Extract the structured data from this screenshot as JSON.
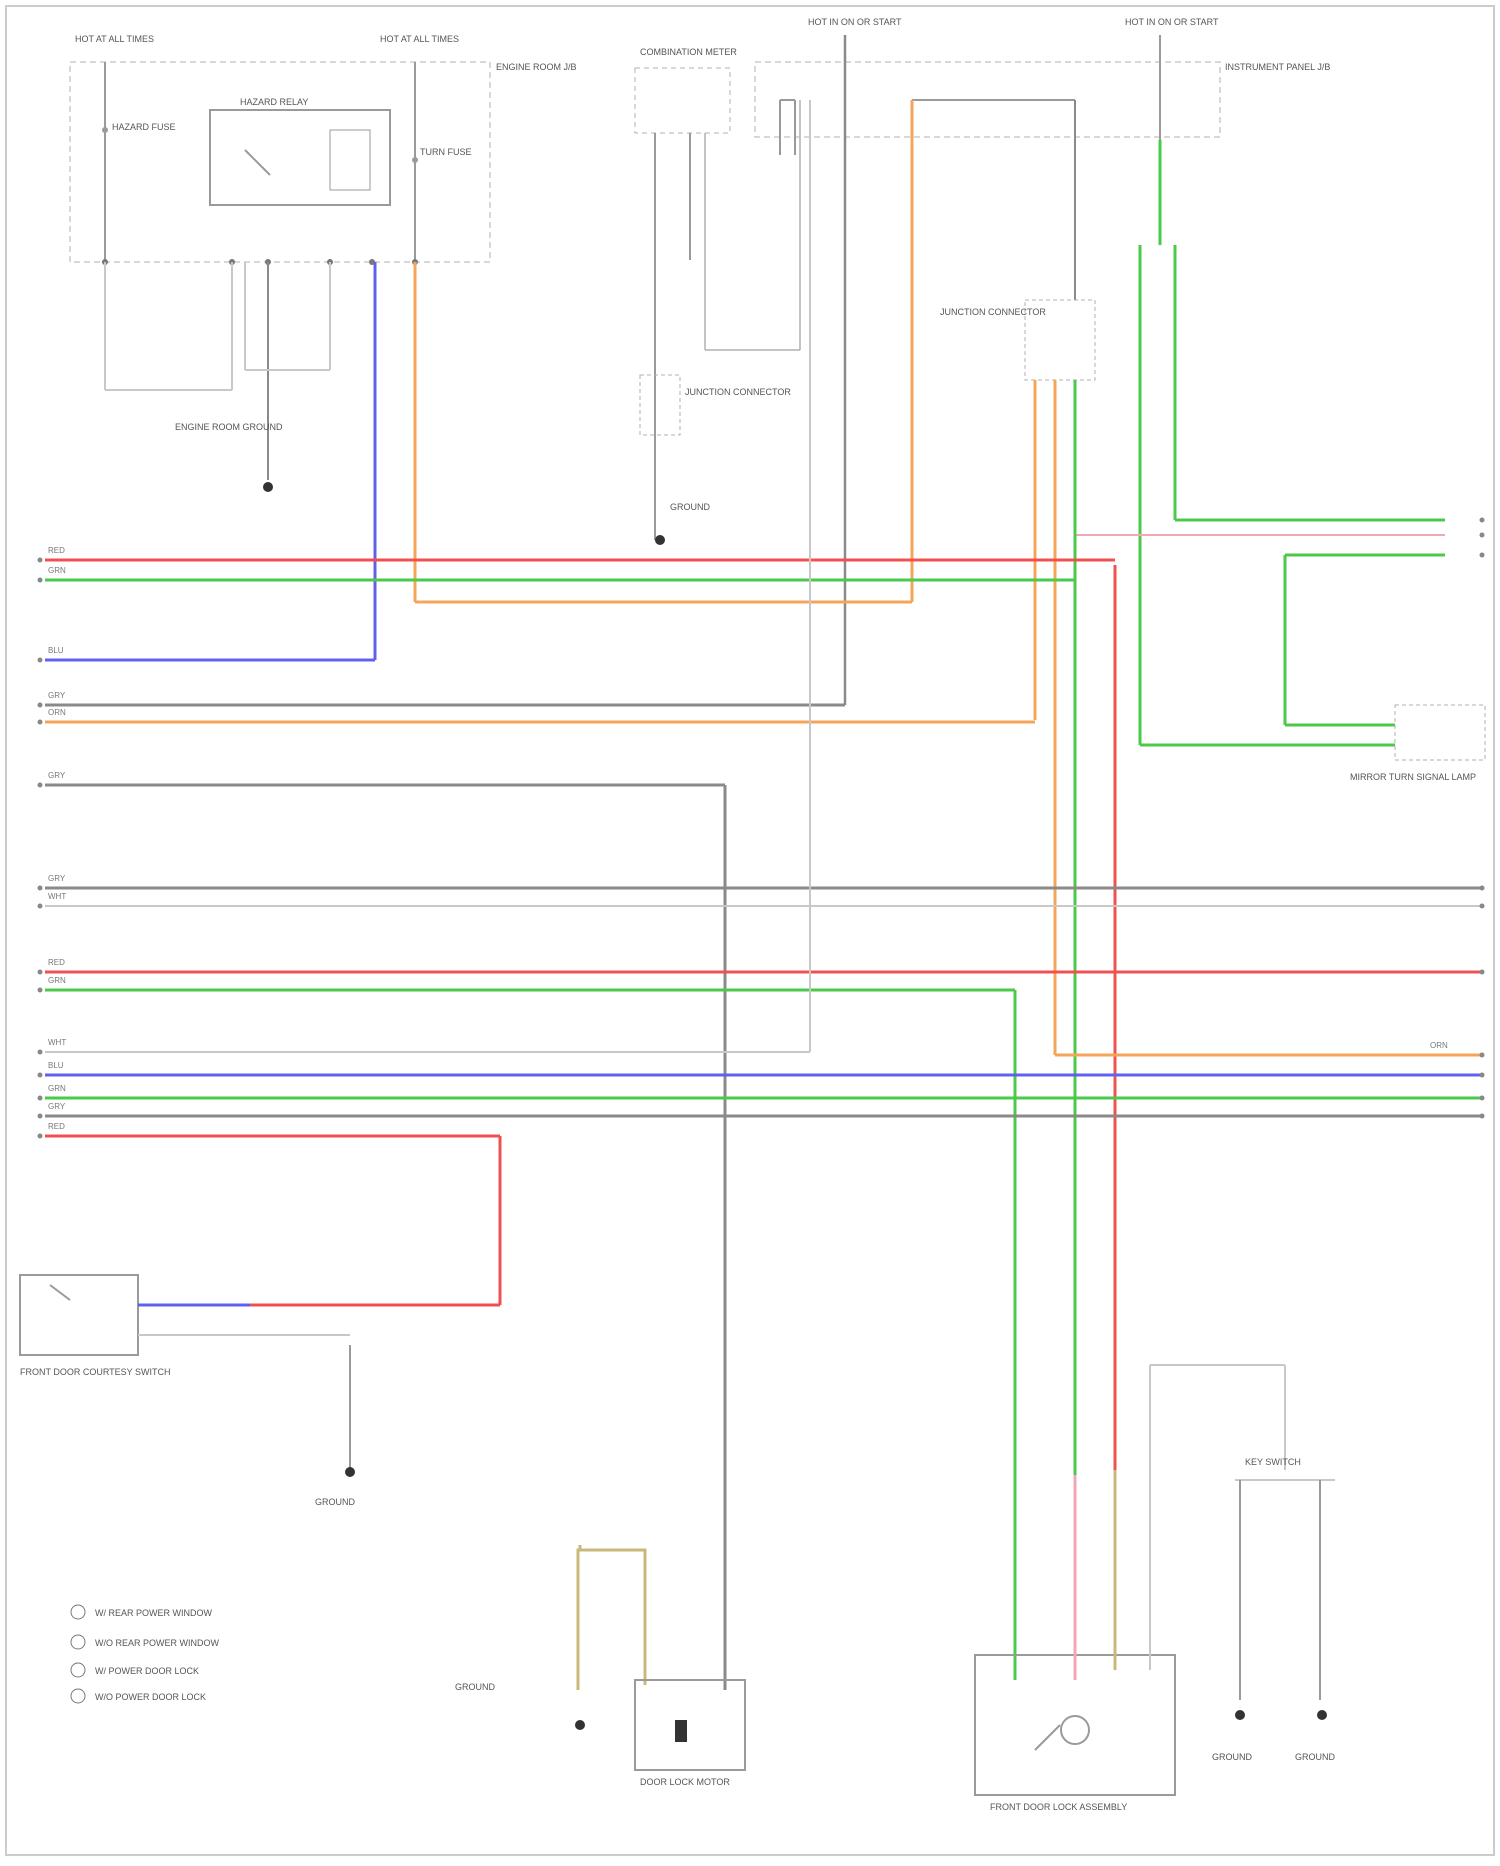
{
  "colors": {
    "background": "#ffffff",
    "border": "#cccccc",
    "outline": "#9a9a9a",
    "wire_red": "#f05050",
    "wire_green": "#4cc94c",
    "wire_blue": "#6060ee",
    "wire_orange": "#f5a55a",
    "wire_gray": "#8a8a8a",
    "wire_lightgray": "#c8c8c8",
    "wire_pink": "#f4a6b6",
    "wire_tan": "#c8b87a"
  },
  "blocks": {
    "fuse_a": "HOT AT ALL TIMES",
    "fuse_b": "HOT AT ALL TIMES",
    "relay_box": "ENGINE ROOM J/B",
    "relay_name": "HAZARD RELAY",
    "fuse_hazard": "HAZARD FUSE",
    "fuse_turn": "TURN FUSE",
    "ground_left": "ENGINE ROOM GROUND",
    "combo_meter": "COMBINATION METER",
    "junction_mid": "JUNCTION CONNECTOR",
    "hot_ign_1": "HOT IN ON OR START",
    "hot_ign_2": "HOT IN ON OR START",
    "instrument_panel": "INSTRUMENT PANEL J/B",
    "center_conn": "JUNCTION CONNECTOR",
    "ground_center": "GROUND",
    "lamp_right": "MIRROR TURN SIGNAL LAMP",
    "door_switch": "FRONT DOOR COURTESY SWITCH",
    "ground_bottom": "GROUND",
    "door_lock_motor": "DOOR LOCK MOTOR",
    "ground_door": "GROUND",
    "door_lock_assy": "FRONT DOOR LOCK ASSEMBLY",
    "key_switch": "KEY SWITCH",
    "ground_a": "GROUND",
    "ground_b": "GROUND"
  },
  "legend": [
    "W/ REAR POWER WINDOW",
    "W/O REAR POWER WINDOW",
    "W/ POWER DOOR LOCK",
    "W/O POWER DOOR LOCK"
  ],
  "footer": "",
  "wire_codes": {
    "r1": "RED",
    "r1b": "GRN",
    "r3": "BLU",
    "r4": "GRY",
    "r4b": "ORN",
    "r6": "GRY",
    "r7": "GRY",
    "r7b": "WHT",
    "r8": "RED",
    "r8b": "GRN",
    "r9": "WHT",
    "r9b": "ORN",
    "r9c": "BLU",
    "r9d": "GRN",
    "r9e": "GRY",
    "r10": "RED"
  }
}
